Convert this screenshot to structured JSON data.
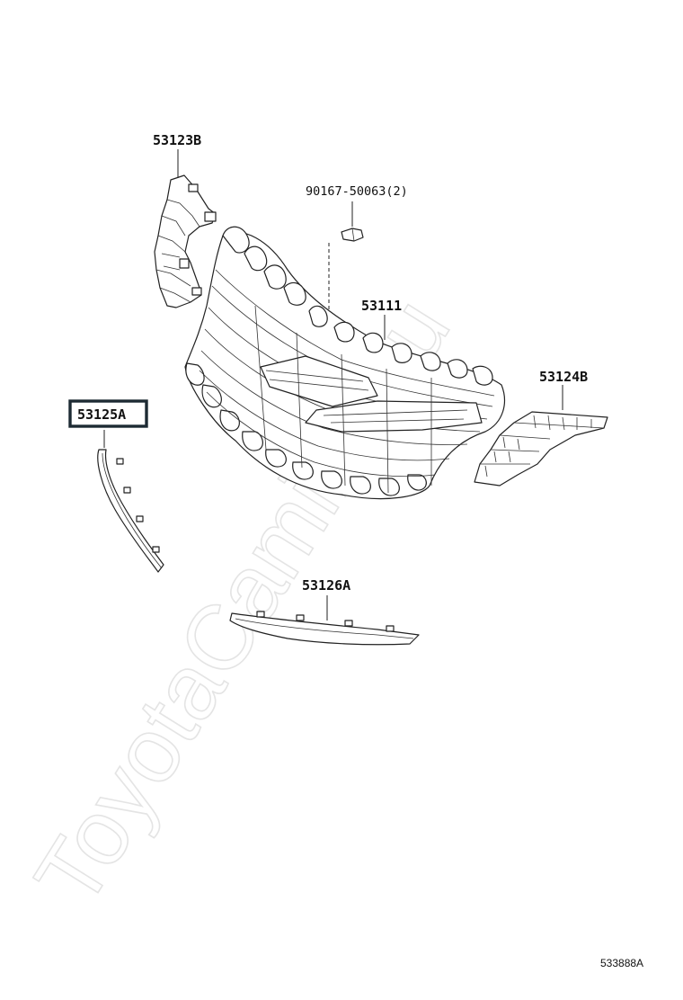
{
  "watermark": "ToyotaCamine.ru",
  "parts": {
    "bracket_upper": "53123B",
    "bolt": "90167-50063(2)",
    "grille": "53111",
    "bracket_side": "53124B",
    "molding_side": "53125A",
    "molding_lower": "53126A"
  },
  "highlighted_part": "53125A",
  "figure_id": "533888A"
}
